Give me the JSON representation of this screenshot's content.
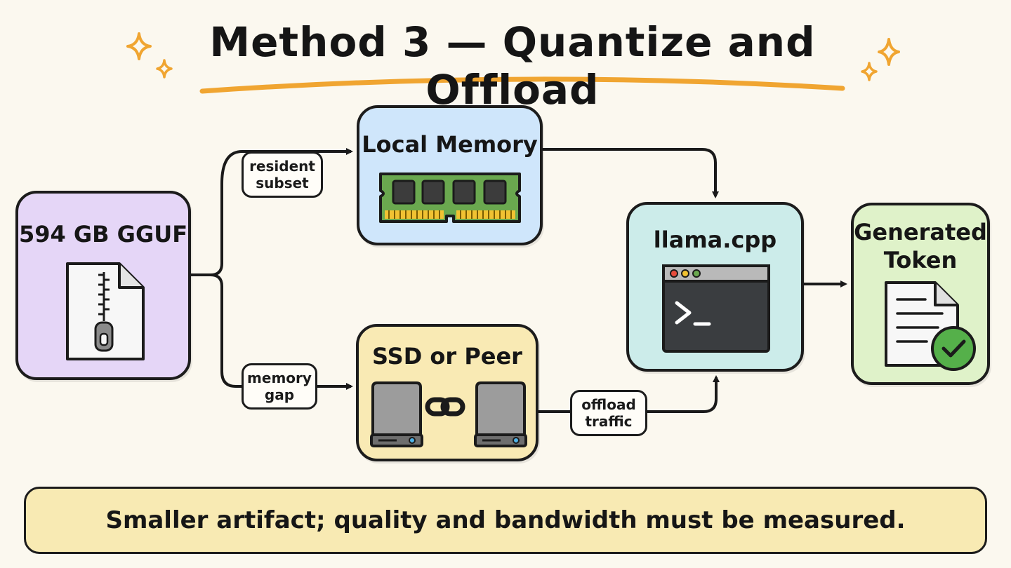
{
  "title": "Method 3 — Quantize and Offload",
  "nodes": {
    "gguf": {
      "label": "594 GB GGUF",
      "icon": "zip-file-icon"
    },
    "memory": {
      "label": "Local Memory",
      "icon": "ram-module-icon"
    },
    "ssd": {
      "label": "SSD or Peer",
      "icon": "linked-drives-icon"
    },
    "llama": {
      "label": "llama.cpp",
      "icon": "terminal-window-icon"
    },
    "token": {
      "label_line1": "Generated",
      "label_line2": "Token",
      "icon": "document-check-icon"
    }
  },
  "edge_labels": {
    "resident": {
      "line1": "resident",
      "line2": "subset"
    },
    "gap": {
      "line1": "memory",
      "line2": "gap"
    },
    "offload": {
      "line1": "offload",
      "line2": "traffic"
    }
  },
  "footer": "Smaller artifact; quality and bandwidth must be measured.",
  "colors": {
    "background": "#fbf8ef",
    "gguf": "#e5d6f7",
    "memory": "#cfe6fb",
    "ssd": "#f9eab4",
    "llama": "#ccecea",
    "token": "#dff2c9",
    "accent": "#f0a531"
  }
}
